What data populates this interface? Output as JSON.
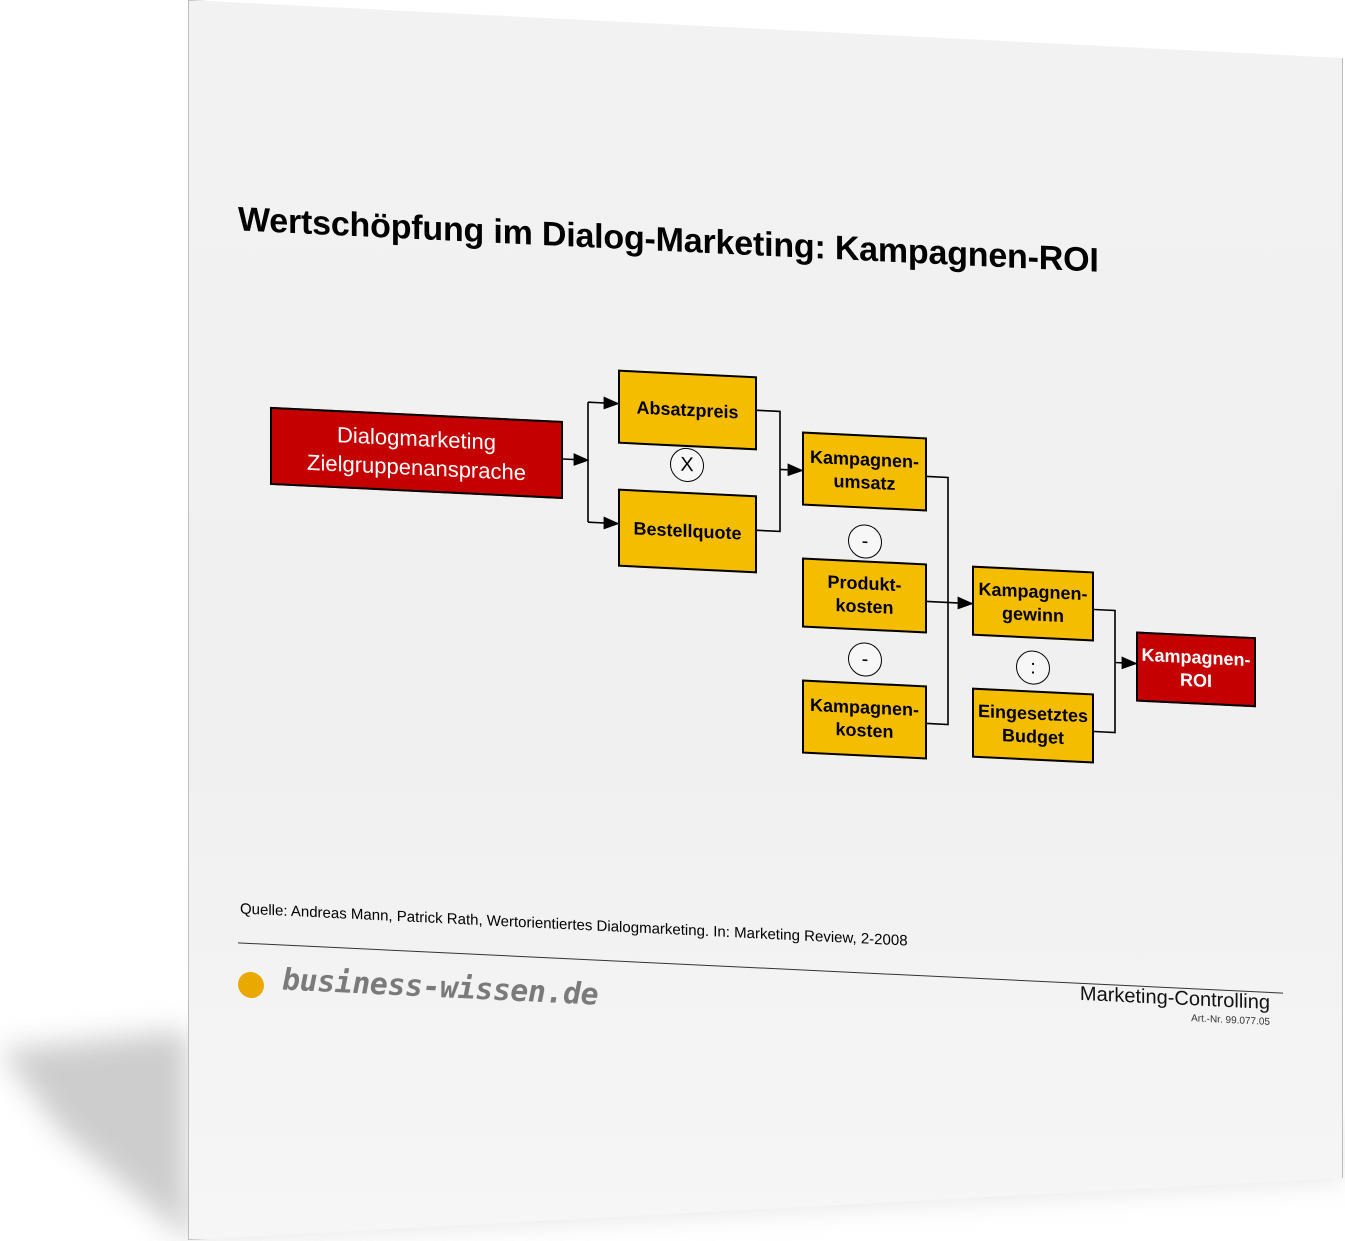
{
  "title": "Wertschöpfung im Dialog-Marketing: Kampagnen-ROI",
  "nodes": {
    "source": "Dialogmarketing Zielgruppenansprache",
    "absatzpreis": "Absatzpreis",
    "bestellquote": "Bestellquote",
    "umsatz": "Kampagnen-umsatz",
    "produktkosten": "Produkt-kosten",
    "kampagnenkosten": "Kampagnen-kosten",
    "gewinn": "Kampagnen-gewinn",
    "budget": "Eingesetztes Budget",
    "roi": "Kampagnen-ROI"
  },
  "operators": {
    "multiply": "X",
    "minus1": "-",
    "minus2": "-",
    "divide": ":"
  },
  "source_note": "Quelle: Andreas Mann, Patrick Rath, Wertorientiertes Dialogmarketing. In: Marketing Review, 2-2008",
  "logo_text": "business-wissen.de",
  "footer": {
    "category": "Marketing-Controlling",
    "article_no": "Art.-Nr. 99.077.05"
  },
  "colors": {
    "yellow_box": "#f5bd00",
    "red_box": "#c50000",
    "logo_dot": "#eaa900"
  }
}
